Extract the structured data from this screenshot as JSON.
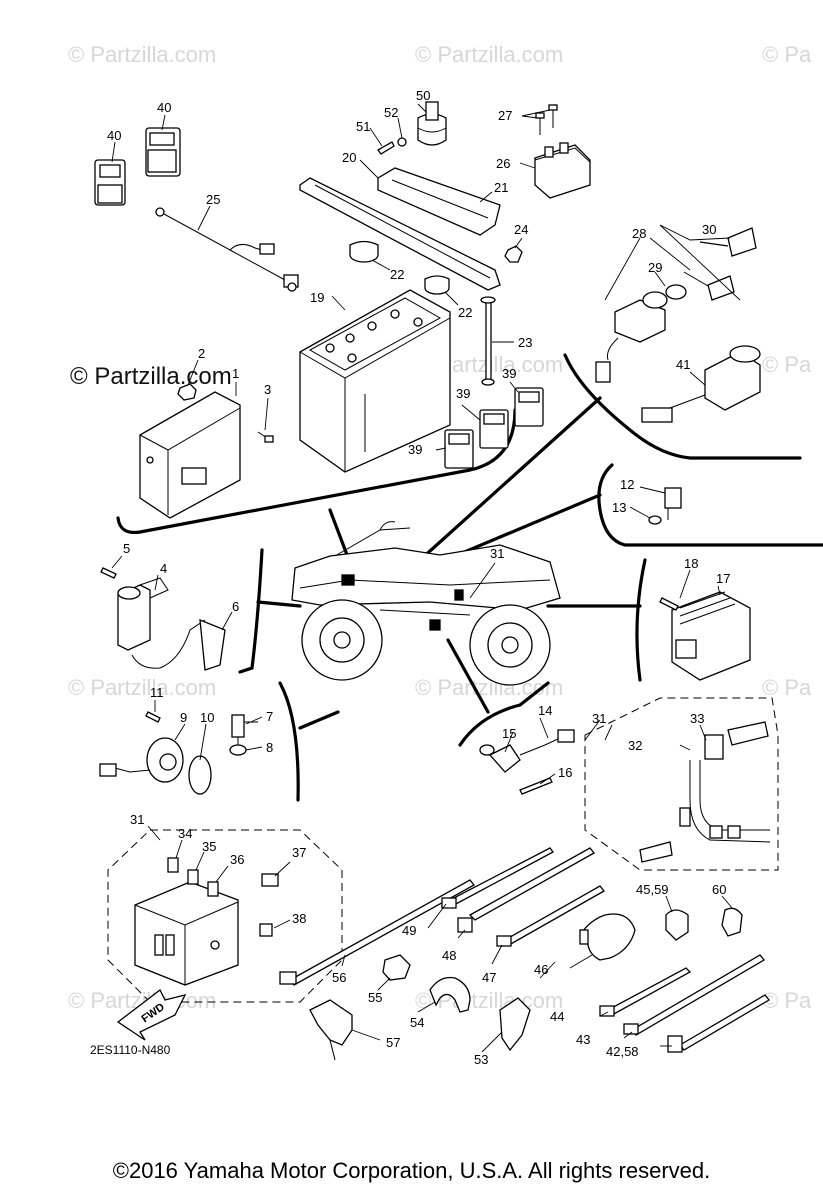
{
  "watermarks": {
    "faded": "© Partzilla.com",
    "faded_edge": "© Pa",
    "main": "© Partzilla.com"
  },
  "diagram": {
    "code": "2ES1110-N480",
    "fwd_label": "FWD",
    "copyright": "©2016  Yamaha Motor Corporation, U.S.A. All rights reserved.",
    "callouts": [
      "1",
      "2",
      "3",
      "4",
      "5",
      "6",
      "7",
      "8",
      "9",
      "10",
      "11",
      "12",
      "13",
      "14",
      "15",
      "16",
      "17",
      "18",
      "19",
      "20",
      "21",
      "22",
      "22",
      "23",
      "24",
      "25",
      "26",
      "27",
      "28",
      "29",
      "30",
      "31",
      "31",
      "31",
      "32",
      "33",
      "34",
      "35",
      "36",
      "37",
      "38",
      "39",
      "39",
      "39",
      "40",
      "40",
      "41",
      "42,58",
      "43",
      "44",
      "45,59",
      "46",
      "47",
      "48",
      "49",
      "50",
      "51",
      "52",
      "53",
      "54",
      "55",
      "56",
      "57",
      "60"
    ]
  }
}
